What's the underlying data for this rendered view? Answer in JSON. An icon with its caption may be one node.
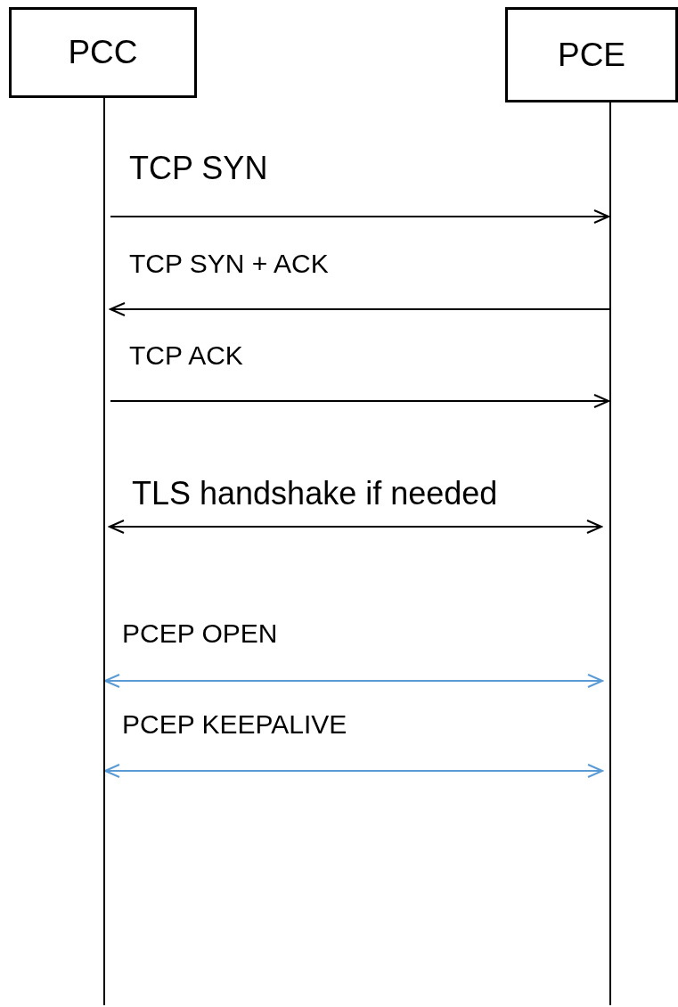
{
  "diagram": {
    "nodes": [
      {
        "text": [
          "PCC"
        ]
      },
      {
        "text": [
          "PCE"
        ]
      },
      {
        "text": [],
        "shape": "bar"
      },
      {
        "text": [],
        "shape": "bar"
      }
    ],
    "edges": [
      {
        "from": 2,
        "to": 3,
        "arrow": "to",
        "label": "TCP SYN"
      },
      {
        "from": 3,
        "to": 2,
        "arrow": "to",
        "label": "TCP SYN + ACK"
      },
      {
        "from": 2,
        "to": 3,
        "arrow": "to",
        "label": "TCP ACK"
      },
      {
        "from": 2,
        "to": 3,
        "arrow": "both",
        "label": "TLS handshake if needed"
      },
      {
        "from": 2,
        "to": 3,
        "arrow": "both",
        "label": "PCEP OPEN",
        "color": "#5b9bd5"
      },
      {
        "from": 2,
        "to": 3,
        "arrow": "both",
        "label": "PCEP KEEPALIVE",
        "color": "#5b9bd5"
      }
    ]
  }
}
